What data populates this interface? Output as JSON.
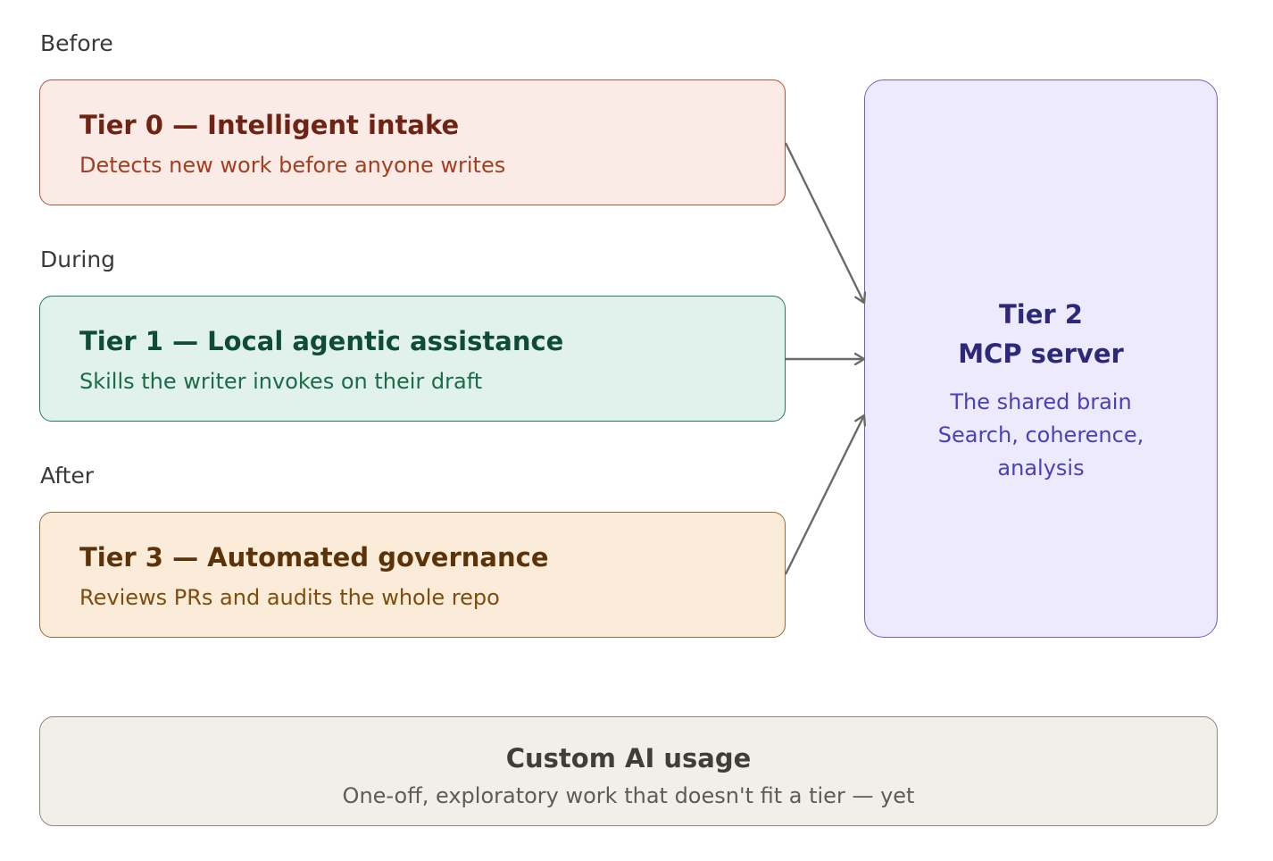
{
  "phases": {
    "before": "Before",
    "during": "During",
    "after": "After"
  },
  "tiers": {
    "tier0": {
      "title": "Tier 0 — Intelligent intake",
      "description": "Detects new work before anyone writes"
    },
    "tier1": {
      "title": "Tier 1 — Local agentic assistance",
      "description": "Skills the writer invokes on their draft"
    },
    "tier3": {
      "title": "Tier 3 — Automated governance",
      "description": "Reviews PRs and audits the whole repo"
    },
    "tier2": {
      "title_line1": "Tier 2",
      "title_line2": "MCP server",
      "desc_line1": "The shared brain",
      "desc_line2": "Search, coherence,",
      "desc_line3": "analysis"
    }
  },
  "custom": {
    "title": "Custom AI usage",
    "description": "One-off, exploratory work that doesn't fit a tier — yet"
  },
  "colors": {
    "tier0_fill": "#faebe6",
    "tier1_fill": "#e0f2eb",
    "tier2_fill": "#eceafc",
    "tier3_fill": "#fbecd9",
    "custom_fill": "#f1efe8",
    "arrow": "#6b6b66"
  }
}
